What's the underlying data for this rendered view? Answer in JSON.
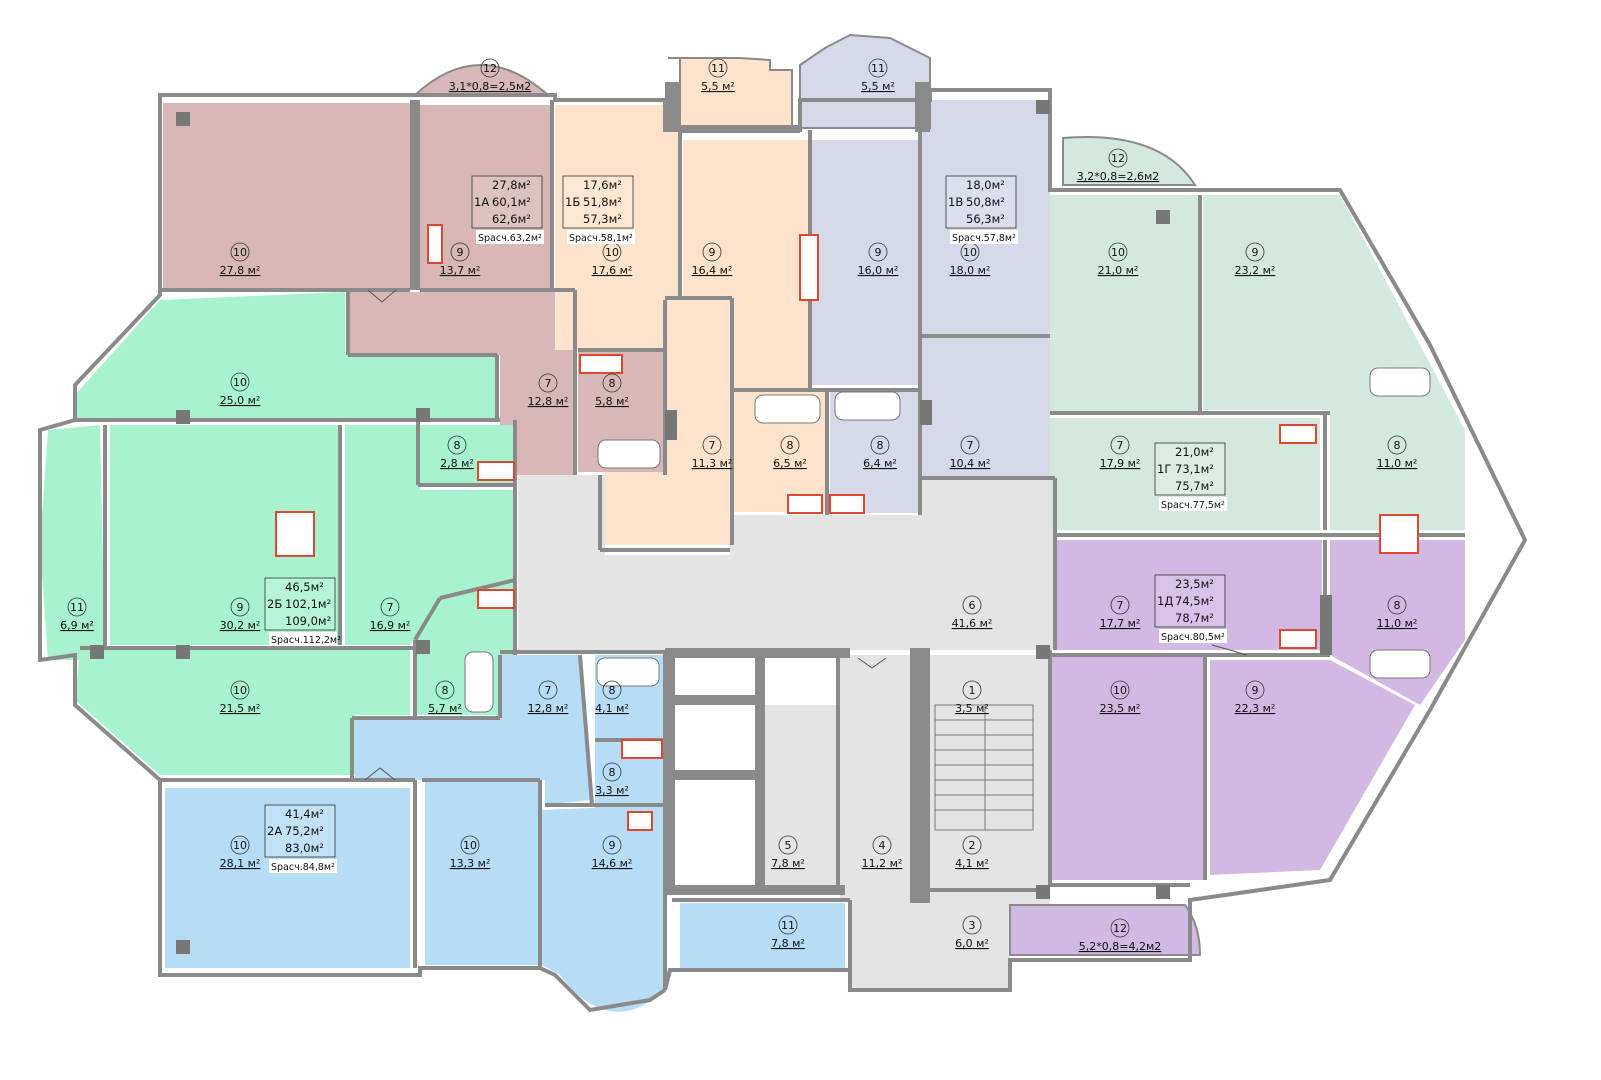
{
  "colors": {
    "apt_1A": "#d7b8b6",
    "apt_1B": "#fde3cc",
    "apt_1V": "#d5d9e8",
    "apt_1G": "#d4e9de",
    "apt_1D": "#d2b9e4",
    "apt_2B": "#a8f3cf",
    "apt_2A": "#b7dcf6",
    "common": "#e4e4e4",
    "wall": "#8a8a8a"
  },
  "apartments": [
    {
      "id": "1A",
      "label": "1А",
      "living": "27,8м²",
      "total": "60,1м²",
      "full": "62,6м²",
      "scalc": "Sрасч.63,2м²"
    },
    {
      "id": "1B",
      "label": "1Б",
      "living": "17,6м²",
      "total": "51,8м²",
      "full": "57,3м²",
      "scalc": "Sрасч.58,1м²"
    },
    {
      "id": "1V",
      "label": "1В",
      "living": "18,0м²",
      "total": "50,8м²",
      "full": "56,3м²",
      "scalc": "Sрасч.57,8м²"
    },
    {
      "id": "1G",
      "label": "1Г",
      "living": "21,0м²",
      "total": "73,1м²",
      "full": "75,7м²",
      "scalc": "Sрасч.77,5м²"
    },
    {
      "id": "1D",
      "label": "1Д",
      "living": "23,5м²",
      "total": "74,5м²",
      "full": "78,7м²",
      "scalc": "Sрасч.80,5м²"
    },
    {
      "id": "2B",
      "label": "2Б",
      "living": "46,5м²",
      "total": "102,1м²",
      "full": "109,0м²",
      "scalc": "Sрасч.112,2м²"
    },
    {
      "id": "2A",
      "label": "2А",
      "living": "41,4м²",
      "total": "75,2м²",
      "full": "83,0м²",
      "scalc": "Sрасч.84,8м²"
    }
  ],
  "rooms": [
    {
      "id": "a1-12",
      "num": "12",
      "area": "3,1*0,8=2,5м2"
    },
    {
      "id": "a1-10",
      "num": "10",
      "area": "27,8 м²"
    },
    {
      "id": "a1-9",
      "num": "9",
      "area": "13,7 м²"
    },
    {
      "id": "a1-7",
      "num": "7",
      "area": "12,8 м²"
    },
    {
      "id": "b1-11",
      "num": "11",
      "area": "5,5 м²"
    },
    {
      "id": "b1-10",
      "num": "10",
      "area": "17,6 м²"
    },
    {
      "id": "b1-9",
      "num": "9",
      "area": "16,4 м²"
    },
    {
      "id": "b1-8",
      "num": "8",
      "area": "5,8 м²"
    },
    {
      "id": "b1-7",
      "num": "7",
      "area": "11,3 м²"
    },
    {
      "id": "b1-8b",
      "num": "8",
      "area": "6,5 м²"
    },
    {
      "id": "v1-11",
      "num": "11",
      "area": "5,5 м²"
    },
    {
      "id": "v1-9",
      "num": "9",
      "area": "16,0 м²"
    },
    {
      "id": "v1-10",
      "num": "10",
      "area": "18,0 м²"
    },
    {
      "id": "v1-8",
      "num": "8",
      "area": "6,4 м²"
    },
    {
      "id": "v1-7",
      "num": "7",
      "area": "10,4 м²"
    },
    {
      "id": "g1-12",
      "num": "12",
      "area": "3,2*0,8=2,6м2"
    },
    {
      "id": "g1-10",
      "num": "10",
      "area": "21,0 м²"
    },
    {
      "id": "g1-9",
      "num": "9",
      "area": "23,2 м²"
    },
    {
      "id": "g1-7",
      "num": "7",
      "area": "17,9 м²"
    },
    {
      "id": "g1-8",
      "num": "8",
      "area": "11,0 м²"
    },
    {
      "id": "d1-7",
      "num": "7",
      "area": "17,7 м²"
    },
    {
      "id": "d1-8",
      "num": "8",
      "area": "11,0 м²"
    },
    {
      "id": "d1-10",
      "num": "10",
      "area": "23,5 м²"
    },
    {
      "id": "d1-9",
      "num": "9",
      "area": "22,3 м²"
    },
    {
      "id": "d1-12",
      "num": "12",
      "area": "5,2*0,8=4,2м2"
    },
    {
      "id": "b2-10",
      "num": "10",
      "area": "25,0 м²"
    },
    {
      "id": "b2-8",
      "num": "8",
      "area": "2,8 м²"
    },
    {
      "id": "b2-11",
      "num": "11",
      "area": "6,9 м²"
    },
    {
      "id": "b2-9",
      "num": "9",
      "area": "30,2 м²"
    },
    {
      "id": "b2-7",
      "num": "7",
      "area": "16,9 м²"
    },
    {
      "id": "b2-10b",
      "num": "10",
      "area": "21,5 м²"
    },
    {
      "id": "b2-8b",
      "num": "8",
      "area": "5,7 м²"
    },
    {
      "id": "c-6",
      "num": "6",
      "area": "41,6 м²"
    },
    {
      "id": "c-1",
      "num": "1",
      "area": "3,5 м²"
    },
    {
      "id": "c-2",
      "num": "2",
      "area": "4,1 м²"
    },
    {
      "id": "c-3",
      "num": "3",
      "area": "6,0 м²"
    },
    {
      "id": "c-4",
      "num": "4",
      "area": "11,2 м²"
    },
    {
      "id": "c-5",
      "num": "5",
      "area": "7,8 м²"
    },
    {
      "id": "a2-7",
      "num": "7",
      "area": "12,8 м²"
    },
    {
      "id": "a2-8",
      "num": "8",
      "area": "4,1 м²"
    },
    {
      "id": "a2-8b",
      "num": "8",
      "area": "3,3 м²"
    },
    {
      "id": "a2-10",
      "num": "10",
      "area": "28,1 м²"
    },
    {
      "id": "a2-10b",
      "num": "10",
      "area": "13,3 м²"
    },
    {
      "id": "a2-9",
      "num": "9",
      "area": "14,6 м²"
    },
    {
      "id": "a2-11",
      "num": "11",
      "area": "7,8 м²"
    }
  ]
}
